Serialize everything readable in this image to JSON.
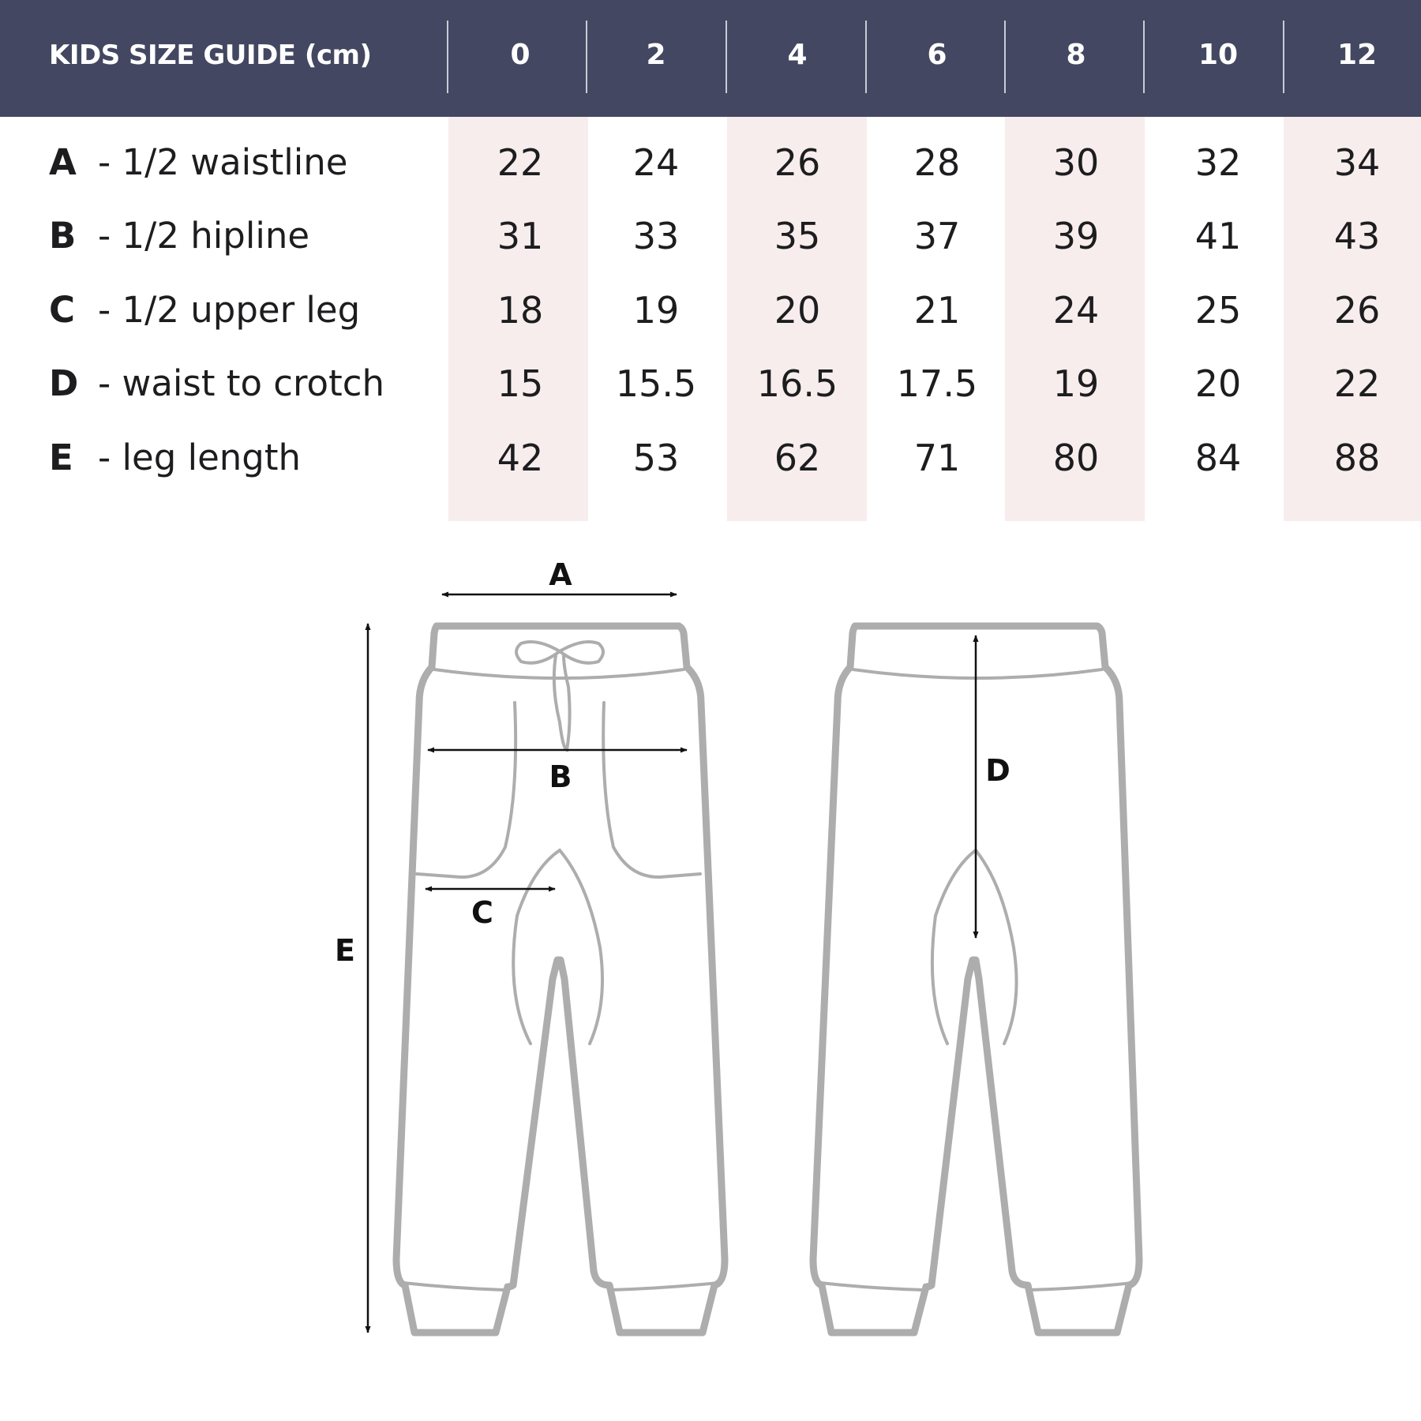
{
  "table": {
    "title": "KIDS SIZE GUIDE (cm)",
    "sizes": [
      "0",
      "2",
      "4",
      "6",
      "8",
      "10",
      "12"
    ],
    "rows": [
      {
        "letter": "A",
        "label": "- 1/2 waistline",
        "values": [
          "22",
          "24",
          "26",
          "28",
          "30",
          "32",
          "34"
        ]
      },
      {
        "letter": "B",
        "label": "- 1/2 hipline",
        "values": [
          "31",
          "33",
          "35",
          "37",
          "39",
          "41",
          "43"
        ]
      },
      {
        "letter": "C",
        "label": "- 1/2 upper leg",
        "values": [
          "18",
          "19",
          "20",
          "21",
          "24",
          "25",
          "26"
        ]
      },
      {
        "letter": "D",
        "label": "- waist to crotch",
        "values": [
          "15",
          "15.5",
          "16.5",
          "17.5",
          "19",
          "20",
          "22"
        ]
      },
      {
        "letter": "E",
        "label": "- leg length",
        "values": [
          "42",
          "53",
          "62",
          "71",
          "80",
          "84",
          "88"
        ]
      }
    ],
    "colors": {
      "header": "#434761",
      "shade": "#f8eded",
      "text": "#1d1d1f"
    }
  },
  "diagram": {
    "front_view": {
      "labels": {
        "a": "A",
        "b": "B",
        "c": "C",
        "e": "E"
      }
    },
    "back_view": {
      "labels": {
        "d": "D"
      }
    },
    "colors": {
      "outline": "#adadad",
      "arrow": "#111111"
    }
  }
}
